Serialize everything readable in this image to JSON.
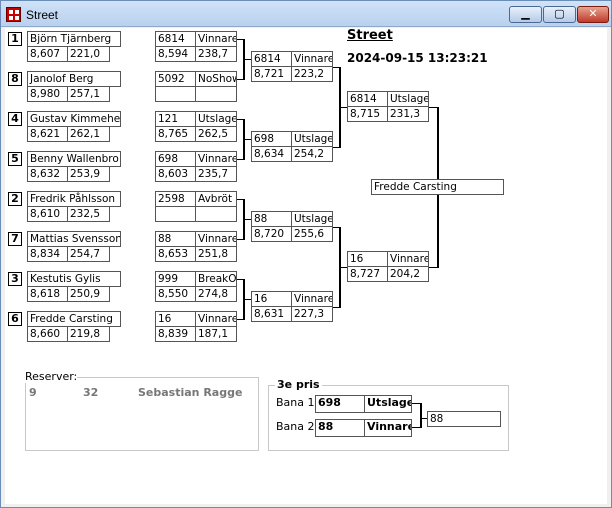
{
  "window": {
    "title": "Street"
  },
  "header": {
    "title": "Street",
    "datetime": "2024-09-15 13:23:21"
  },
  "round1": [
    {
      "seed": "1",
      "player": "Björn  Tjärnberg",
      "hcp": "8,607",
      "avg": "221,0",
      "score": "6814",
      "result": "Vinnare",
      "s2": "8,594",
      "a2": "238,7"
    },
    {
      "seed": "8",
      "player": "Janolof Berg",
      "hcp": "8,980",
      "avg": "257,1",
      "score": "5092",
      "result": "NoShow",
      "s2": "",
      "a2": ""
    },
    {
      "seed": "4",
      "player": "Gustav Kimmehed",
      "hcp": "8,621",
      "avg": "262,1",
      "score": "121",
      "result": "Utslager",
      "s2": "8,765",
      "a2": "262,5"
    },
    {
      "seed": "5",
      "player": "Benny Wallenbro",
      "hcp": "8,632",
      "avg": "253,9",
      "score": "698",
      "result": "Vinnare",
      "s2": "8,603",
      "a2": "235,7"
    },
    {
      "seed": "2",
      "player": "Fredrik  Påhlsson",
      "hcp": "8,610",
      "avg": "232,5",
      "score": "2598",
      "result": "Avbröt",
      "s2": "",
      "a2": ""
    },
    {
      "seed": "7",
      "player": "Mattias Svensson",
      "hcp": "8,834",
      "avg": "254,7",
      "score": "88",
      "result": "Vinnare",
      "s2": "8,653",
      "a2": "251,8"
    },
    {
      "seed": "3",
      "player": "Kestutis Gylis",
      "hcp": "8,618",
      "avg": "250,9",
      "score": "999",
      "result": "BreakOut",
      "s2": "8,550",
      "a2": "274,8"
    },
    {
      "seed": "6",
      "player": "Fredde Carsting",
      "hcp": "8,660",
      "avg": "219,8",
      "score": "16",
      "result": "Vinnare",
      "s2": "8,839",
      "a2": "187,1"
    }
  ],
  "round2": [
    {
      "score": "6814",
      "result": "Vinnare",
      "hcp": "8,721",
      "avg": "223,2"
    },
    {
      "score": "698",
      "result": "Utslager",
      "hcp": "8,634",
      "avg": "254,2"
    },
    {
      "score": "88",
      "result": "Utslager",
      "hcp": "8,720",
      "avg": "255,6"
    },
    {
      "score": "16",
      "result": "Vinnare",
      "hcp": "8,631",
      "avg": "227,3"
    }
  ],
  "round3": [
    {
      "score": "6814",
      "result": "Utslager",
      "hcp": "8,715",
      "avg": "231,3"
    },
    {
      "score": "16",
      "result": "Vinnare",
      "hcp": "8,727",
      "avg": "204,2"
    }
  ],
  "winner": "Fredde Carsting",
  "reserves": {
    "label": "Reserver:",
    "num": "9",
    "score": "32",
    "name": "Sebastian Ragge"
  },
  "third": {
    "label": "3e pris",
    "bana1_label": "Bana 1",
    "bana1_score": "698",
    "bana1_result": "Utslager",
    "bana2_label": "Bana 2",
    "bana2_score": "88",
    "bana2_result": "Vinnare",
    "winner": "88"
  }
}
